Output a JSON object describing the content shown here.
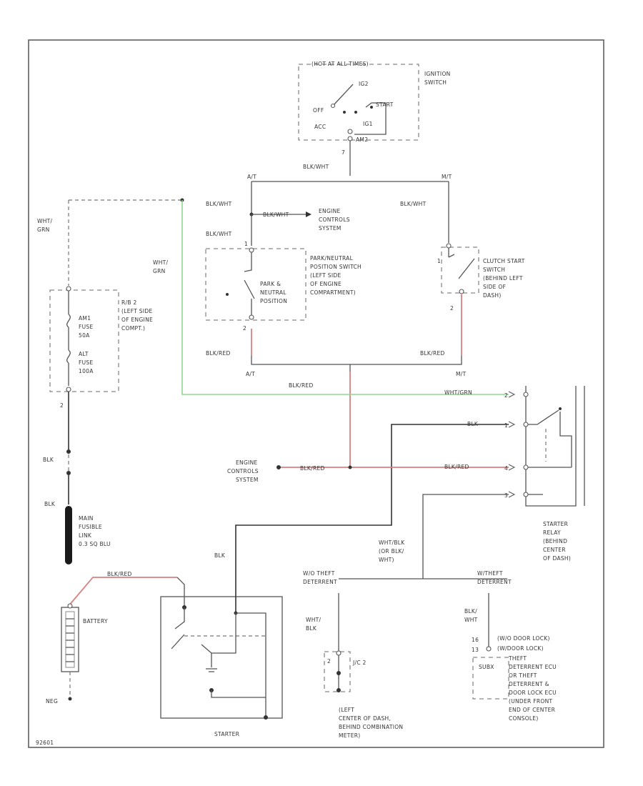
{
  "labels": {
    "ignition": [
      "(HOT AT ALL TIMES)",
      "IGNITION",
      "SWITCH",
      "IG2",
      "OFF",
      "START",
      "ACC",
      "IG1",
      "AM2"
    ],
    "wire_top": "BLK/WHT",
    "at": "A/T",
    "mt": "M/T",
    "blkwht_left": "BLK/WHT",
    "blkwht_right": "BLK/WHT",
    "blkwht_arrow": "BLK/WHT",
    "engine_ctrl_top": [
      "ENGINE",
      "CONTROLS",
      "SYSTEM"
    ],
    "blkwht_pnp": "BLK/WHT",
    "pnp_switch": [
      "PARK/NEUTRAL",
      "POSITION SWITCH",
      "(LEFT SIDE",
      "OF ENGINE",
      "COMPARTMENT)"
    ],
    "pnp_inner": [
      "PARK &",
      "NEUTRAL",
      "POSITION"
    ],
    "clutch_switch": [
      "CLUTCH START",
      "SWITCH",
      "(BEHIND LEFT",
      "SIDE OF",
      "DASH)"
    ],
    "pin_pnp_bottom": "2",
    "pin_clutch_bottom": "2",
    "blkred_at": "BLK/RED",
    "blkred_mt": "BLK/RED",
    "at_bottom": "A/T",
    "mt_bottom": "M/T",
    "blkred_center": "BLK/RED",
    "wht_grn_left": [
      "WHT/",
      "GRN"
    ],
    "wht_grn_mid": [
      "WHT/",
      "GRN"
    ],
    "rb2": [
      "R/B 2",
      "(LEFT SIDE",
      "OF ENGINE",
      "COMPT.)"
    ],
    "am1_fuse": [
      "AM1",
      "FUSE",
      "50A"
    ],
    "alt_fuse": [
      "ALT",
      "FUSE",
      "100A"
    ],
    "pin_rb": "2",
    "blk_left1": "BLK",
    "blk_left2": "BLK",
    "fusible_link": [
      "MAIN",
      "FUSIBLE",
      "LINK",
      "0.3 SQ BLU"
    ],
    "wht_grn_relay": "WHT/GRN",
    "blk_relay": "BLK",
    "blkred_relay": "BLK/RED",
    "blkred_mid": "BLK/RED",
    "engine_ctrl_mid": [
      "ENGINE",
      "CONTROLS",
      "SYSTEM"
    ],
    "relay_pins": [
      "2",
      "1",
      "4",
      "3"
    ],
    "starter_relay": [
      "STARTER",
      "RELAY",
      "(BEHIND",
      "CENTER",
      "OF DASH)"
    ],
    "blk_starter": "BLK",
    "battery_wire": "BLK/RED",
    "battery": "BATTERY",
    "neg": "NEG",
    "starter": "STARTER",
    "wht_blk": [
      "WHT/BLK",
      "(OR BLK/",
      "WHT)"
    ],
    "wo_theft": [
      "W/O THEFT",
      "DETERRENT"
    ],
    "w_theft": [
      "W/THEFT",
      "DETERRENT"
    ],
    "wht_blk2": [
      "WHT/",
      "BLK"
    ],
    "jc2": "J/C 2",
    "dash_jc": [
      "(LEFT",
      "CENTER OF DASH,",
      "BEHIND COMBINATION",
      "METER)"
    ],
    "blk_wht_bottom": [
      "BLK/",
      "WHT"
    ],
    "door_lock_pins": [
      "16",
      "13"
    ],
    "door_lock": [
      "(W/O DOOR LOCK)",
      "(W/DOOR LOCK)"
    ],
    "ecu_pin": "SUBX",
    "theft_ecu": [
      "THEFT",
      "DETERRENT ECU",
      "OR THEFT",
      "DETERRENT &",
      "DOOR LOCK ECU",
      "(UNDER FRONT",
      "END OF CENTER",
      "CONSOLE)"
    ],
    "pin_jc": "2",
    "pin_ig": "7",
    "pin_pnp_top": "1",
    "pin_clutch_top": "1",
    "code": "92601"
  }
}
